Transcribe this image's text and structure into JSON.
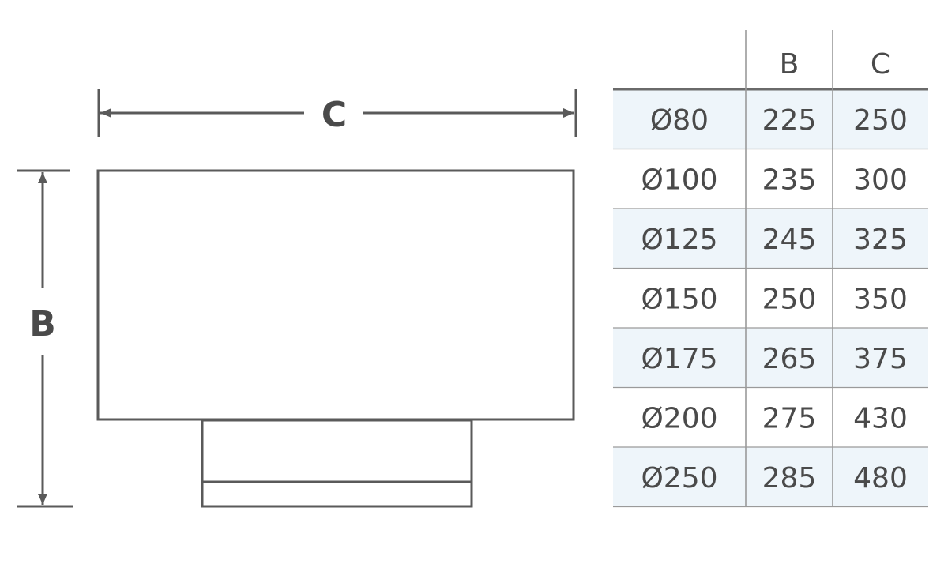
{
  "colors": {
    "line": "#5a5a5a",
    "text": "#4a4a4a",
    "row_shade": "#eef5fa",
    "row_white": "#ffffff",
    "table_rule": "#9a9a9a"
  },
  "drawing": {
    "label_c": "C",
    "label_b": "B"
  },
  "table": {
    "headers": [
      "",
      "B",
      "C"
    ],
    "rows": [
      [
        "Ø80",
        "225",
        "250"
      ],
      [
        "Ø100",
        "235",
        "300"
      ],
      [
        "Ø125",
        "245",
        "325"
      ],
      [
        "Ø150",
        "250",
        "350"
      ],
      [
        "Ø175",
        "265",
        "375"
      ],
      [
        "Ø200",
        "275",
        "430"
      ],
      [
        "Ø250",
        "285",
        "480"
      ]
    ]
  }
}
